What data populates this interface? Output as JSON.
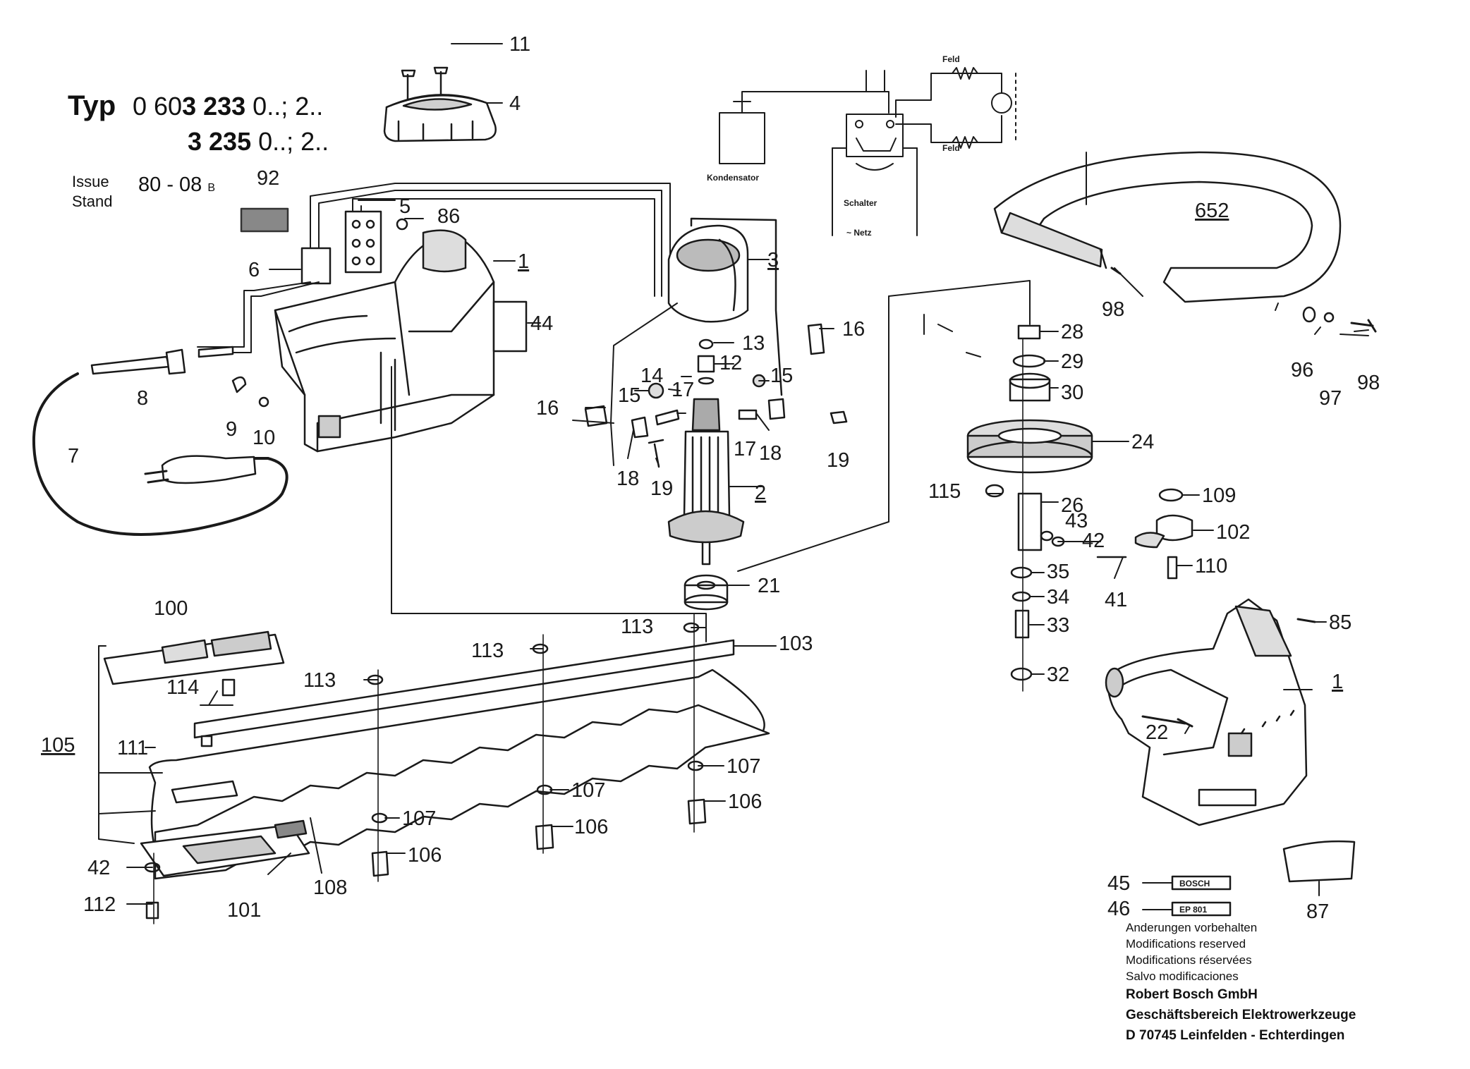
{
  "header": {
    "typ_label": "Typ",
    "line1_pre": "0 60",
    "line1_bold": "3 233",
    "line1_post": " 0..; 2..",
    "line2_bold": "3 235",
    "line2_post": " 0..; 2..",
    "issue_label": "Issue",
    "stand_label": "Stand",
    "issue_value": "80 - 08",
    "issue_suffix": "B"
  },
  "wiring": {
    "feld_top": "Feld",
    "feld_bottom": "Feld",
    "kondensator": "Kondensator",
    "schalter": "Schalter",
    "netz": "~ Netz"
  },
  "colors": {
    "ink": "#1a1a1a",
    "paper": "#ffffff",
    "shade": "#6b6b6b"
  },
  "parts": {
    "p11": "11",
    "p4": "4",
    "p92": "92",
    "p5": "5",
    "p86": "86",
    "p6": "6",
    "p1a": "1",
    "p44": "44",
    "p8": "8",
    "p7": "7",
    "p9": "9",
    "p10": "10",
    "p3": "3",
    "p13": "13",
    "p12": "12",
    "p14": "14",
    "p15a": "15",
    "p15b": "15",
    "p17a": "17",
    "p17b": "17",
    "p16a": "16",
    "p16b": "16",
    "p18a": "18",
    "p18b": "18",
    "p19a": "19",
    "p19b": "19",
    "p2": "2",
    "p21": "21",
    "p113a": "113",
    "p113b": "113",
    "p113c": "113",
    "p103": "103",
    "p100": "100",
    "p114": "114",
    "p105": "105",
    "p111": "111",
    "p107a": "107",
    "p107b": "107",
    "p107c": "107",
    "p106a": "106",
    "p106b": "106",
    "p106c": "106",
    "p108": "108",
    "p42a": "42",
    "p112": "112",
    "p101": "101",
    "p652": "652",
    "p98a": "98",
    "p98b": "98",
    "p96": "96",
    "p97": "97",
    "p28": "28",
    "p29": "29",
    "p30": "30",
    "p24": "24",
    "p115": "115",
    "p26": "26",
    "p109": "109",
    "p43": "43",
    "p42b": "42",
    "p102": "102",
    "p35": "35",
    "p110": "110",
    "p34": "34",
    "p41": "41",
    "p33": "33",
    "p85": "85",
    "p32": "32",
    "p1b": "1",
    "p22": "22",
    "p45": "45",
    "p46": "46",
    "p87": "87"
  },
  "labels": {
    "bosch": "BOSCH",
    "label46": "EP 801"
  },
  "footer": {
    "l1": "Anderungen vorbehalten",
    "l2": "Modifications reserved",
    "l3": "Modifications réservées",
    "l4": "Salvo modificaciones",
    "l5": "Robert Bosch GmbH",
    "l6": "Geschäftsbereich Elektrowerkzeuge",
    "l7": "D 70745 Leinfelden - Echterdingen"
  }
}
